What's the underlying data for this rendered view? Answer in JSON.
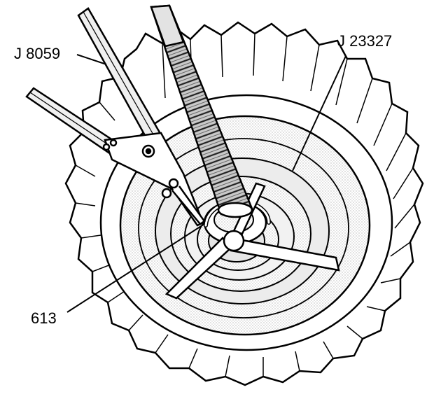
{
  "figure": {
    "callouts": [
      {
        "id": "tool-j8059",
        "label": "J 8059"
      },
      {
        "id": "tool-j23327",
        "label": "J 23327"
      },
      {
        "id": "part-613",
        "label": "613"
      }
    ]
  },
  "colors": {
    "line": "#000000",
    "shade": "#d9d9d9",
    "background": "#ffffff"
  }
}
